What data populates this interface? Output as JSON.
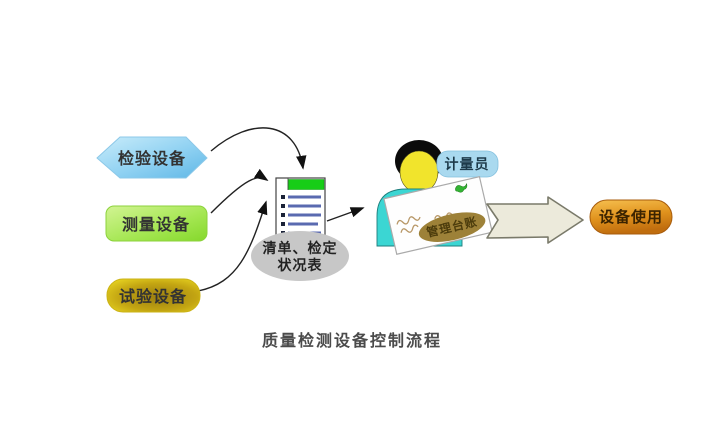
{
  "caption": "质量检测设备控制流程",
  "nodes": {
    "inspection": {
      "label": "检验设备",
      "fill": "#7cc7ee",
      "shape": "hexagon"
    },
    "measurement": {
      "label": "测量设备",
      "fill": "#9ce04a",
      "shape": "rounded-rect"
    },
    "test": {
      "label": "试验设备",
      "fill": "#d8c31a",
      "shape": "stadium"
    },
    "checklist": {
      "label_line1": "清单、检定",
      "label_line2": "状况表",
      "header_color": "#17cd17",
      "ellipse_color": "#c7c7c7"
    },
    "operator": {
      "label": "计量员",
      "tag_color": "#a9d9ef",
      "shirt_color": "#3bd6d3",
      "face_color": "#f1e42c",
      "hair_color": "#0b0b0b"
    },
    "ledger": {
      "label": "管理台账",
      "blob_color": "#9d8138",
      "paper_color": "#fefefe",
      "stamp_color": "#33b433"
    },
    "usage": {
      "label": "设备使用",
      "fill_top": "#f6c050",
      "fill_bottom": "#c06d0e"
    }
  },
  "flow_arrow_color": "#eceadb"
}
